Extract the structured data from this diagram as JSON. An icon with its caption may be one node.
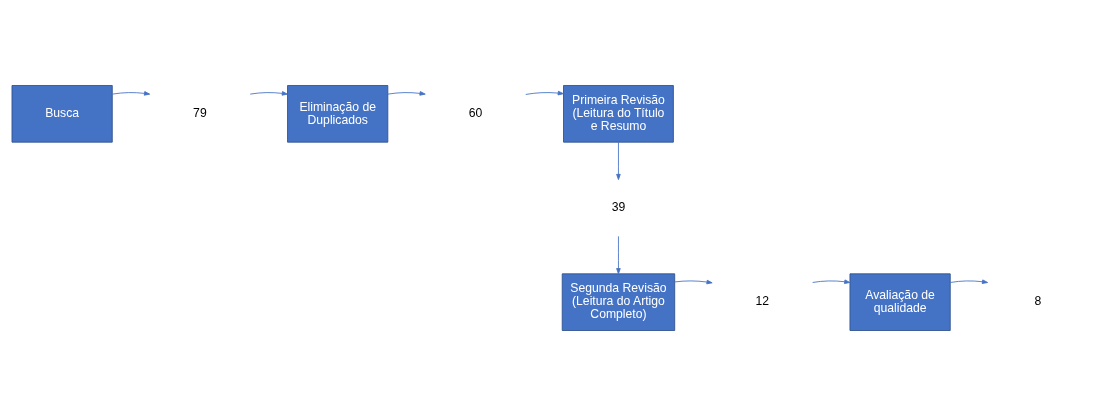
{
  "diagram": {
    "nodes": [
      {
        "text": [
          "Busca"
        ]
      },
      {
        "text": [
          "79"
        ]
      },
      {
        "text": [
          "Eliminação de Duplicados"
        ]
      },
      {
        "text": [
          "60"
        ]
      },
      {
        "text": [
          "Primeira Revisão (Leitura do Título e Resumo"
        ]
      },
      {
        "text": [
          "39"
        ]
      },
      {
        "text": [
          "Segunda Revisão (Leitura do Artigo Completo)"
        ]
      },
      {
        "text": [
          "12"
        ]
      },
      {
        "text": [
          "Avaliação de qualidade"
        ]
      },
      {
        "text": [
          "8"
        ]
      }
    ],
    "edges": [
      {
        "from": 0,
        "to": 1,
        "arrow": "to"
      },
      {
        "from": 1,
        "to": 2,
        "arrow": "to"
      },
      {
        "from": 2,
        "to": 3,
        "arrow": "to"
      },
      {
        "from": 3,
        "to": 4,
        "arrow": "to"
      },
      {
        "from": 4,
        "to": 5,
        "arrow": "to"
      },
      {
        "from": 5,
        "to": 6,
        "arrow": "to"
      },
      {
        "from": 6,
        "to": 7,
        "arrow": "to"
      },
      {
        "from": 7,
        "to": 8,
        "arrow": "to"
      },
      {
        "from": 8,
        "to": 9,
        "arrow": "to"
      }
    ]
  }
}
